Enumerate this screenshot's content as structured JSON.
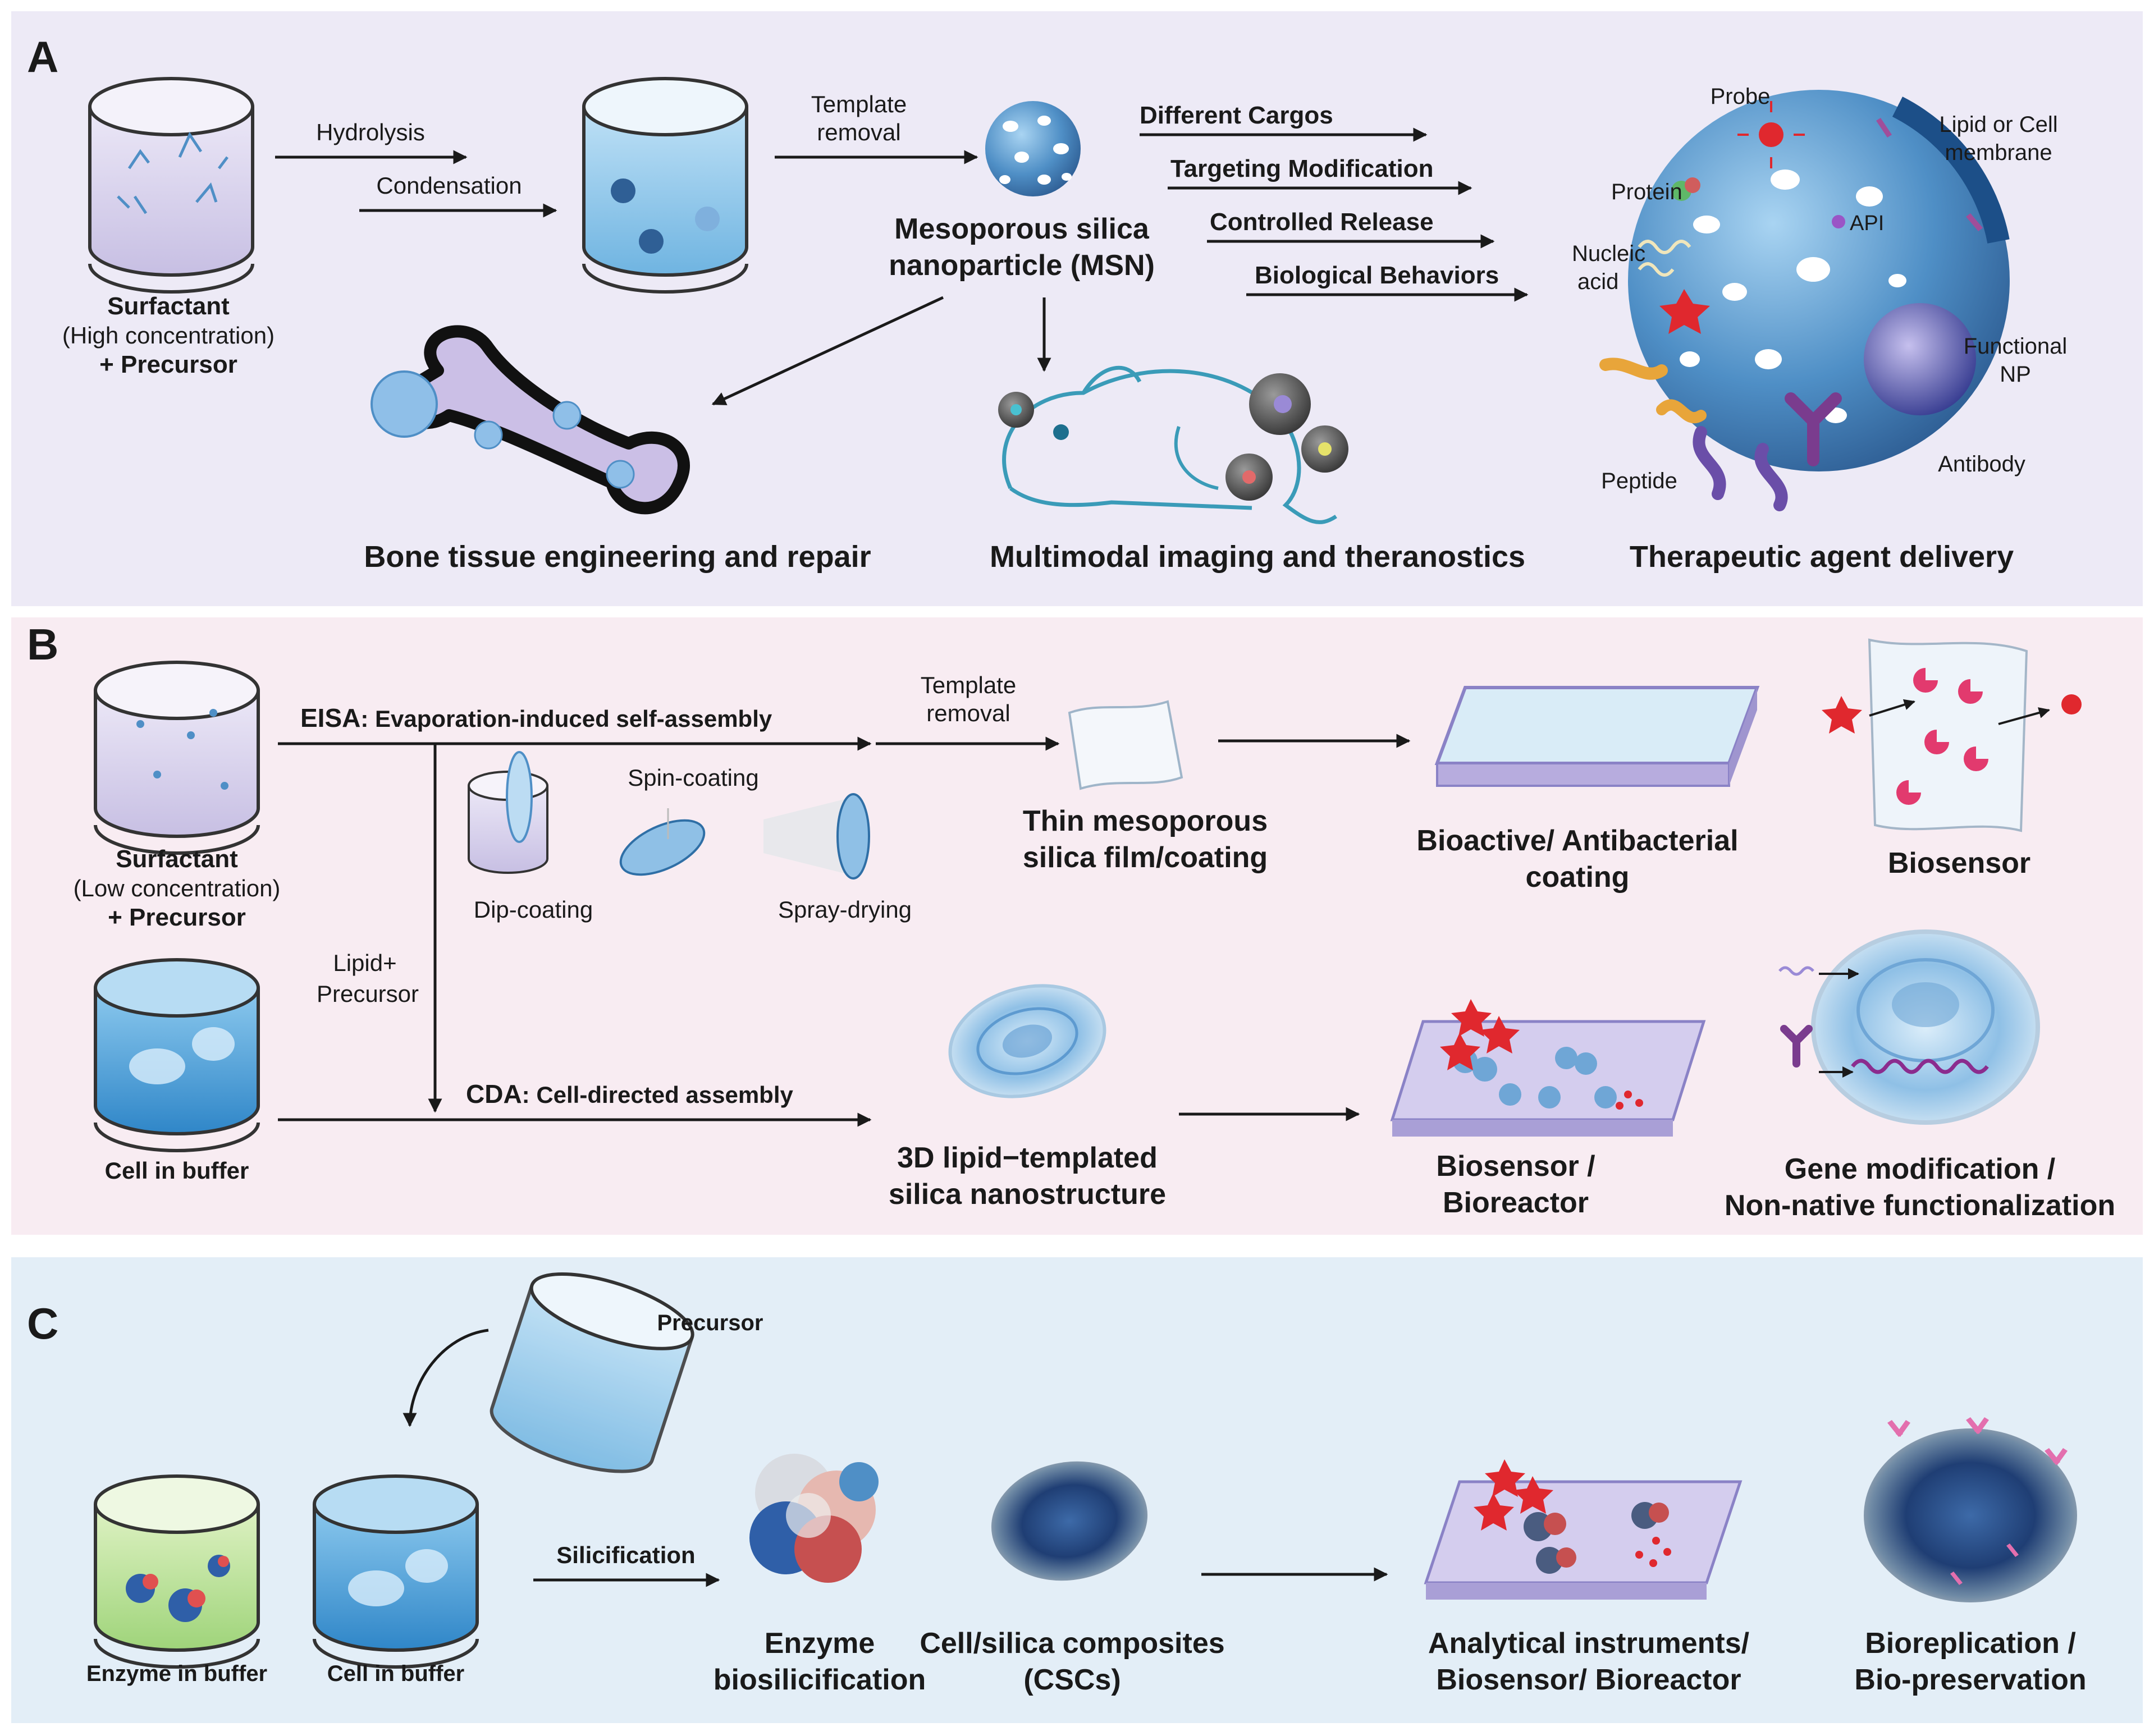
{
  "colors": {
    "panel_a_bg": "#edeaf6",
    "panel_b_bg": "#f8ecf2",
    "panel_c_bg": "#e3eef7",
    "arrow": "#1a1a1a",
    "silica_blue": "#4f8fc6",
    "lavender": "#c9c1e8",
    "star_red": "#e0282e",
    "antibody_purple": "#7a3c8e"
  },
  "panel_a": {
    "letter": "A",
    "surfactant": "Surfactant",
    "surfactant_conc": "(High concentration)",
    "precursor": "+ Precursor",
    "hydrolysis": "Hydrolysis",
    "condensation": "Condensation",
    "template_removal_1": "Template",
    "template_removal_2": "removal",
    "msn_1": "Mesoporous silica",
    "msn_2": "nanoparticle (MSN)",
    "different_cargos": "Different Cargos",
    "targeting_modification": "Targeting Modification",
    "controlled_release": "Controlled Release",
    "biological_behaviors": "Biological Behaviors",
    "bone_title": "Bone tissue engineering and repair",
    "imaging_title": "Multimodal imaging and theranostics",
    "delivery_title": "Therapeutic agent delivery",
    "label_probe": "Probe",
    "label_lipid_1": "Lipid or Cell",
    "label_lipid_2": "membrane",
    "label_protein": "Protein",
    "label_api": "API",
    "label_nucleic_1": "Nucleic",
    "label_nucleic_2": "acid",
    "label_functional_1": "Functional",
    "label_functional_2": "NP",
    "label_peptide": "Peptide",
    "label_antibody": "Antibody"
  },
  "panel_b": {
    "letter": "B",
    "surfactant": "Surfactant",
    "surfactant_conc": "(Low concentration)",
    "precursor": "+ Precursor",
    "eisa_abbr": "EISA",
    "eisa_full": ": Evaporation-induced self-assembly",
    "template_removal_1": "Template",
    "template_removal_2": "removal",
    "spin_coating": "Spin-coating",
    "dip_coating": "Dip-coating",
    "spray_drying": "Spray-drying",
    "film_1": "Thin mesoporous",
    "film_2": "silica film/coating",
    "bioactive_1": "Bioactive/ Antibacterial",
    "bioactive_2": "coating",
    "biosensor": "Biosensor",
    "lipid_1": "Lipid+",
    "lipid_2": "Precursor",
    "cell_in_buffer": "Cell in buffer",
    "cda_abbr": "CDA",
    "cda_full": ": Cell-directed assembly",
    "nano_1": "3D lipid−templated",
    "nano_2": "silica nanostructure",
    "biosensor_bioreactor_1": "Biosensor /",
    "biosensor_bioreactor_2": "Bioreactor",
    "gene_1": "Gene modification /",
    "gene_2": "Non-native functionalization"
  },
  "panel_c": {
    "letter": "C",
    "precursor": "Precursor",
    "enzyme_in_buffer": "Enzyme in buffer",
    "cell_in_buffer": "Cell in buffer",
    "silicification": "Silicification",
    "enzyme_1": "Enzyme",
    "enzyme_2": "biosilicification",
    "csc_1": "Cell/silica composites",
    "csc_2": "(CSCs)",
    "analytical_1": "Analytical instruments/",
    "analytical_2": "Biosensor/  Bioreactor",
    "biorep_1": "Bioreplication /",
    "biorep_2": "Bio-preservation"
  }
}
